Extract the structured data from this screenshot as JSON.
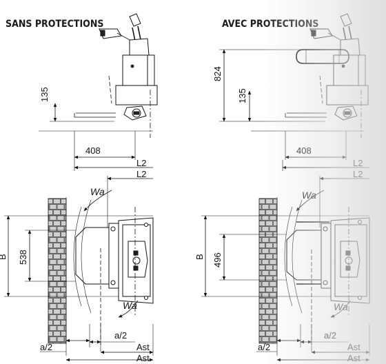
{
  "panels": [
    {
      "title": "SANS PROTECTIONS",
      "side": {
        "overall_height_label": "",
        "forks_label": "135",
        "fork_length_label": "408",
        "l2_label": "L2"
      },
      "top": {
        "l2_label": "L2",
        "wa_top": "Wa",
        "wa_bottom": "Wa",
        "b_label": "B",
        "inner_label": "538",
        "a2_left": "a/2",
        "a2_right": "a/2",
        "ast_1": "Ast",
        "ast_2": "Ast"
      }
    },
    {
      "title": "AVEC PROTECTIONS",
      "side": {
        "overall_height_label": "824",
        "forks_label": "135",
        "fork_length_label": "408",
        "l2_label": "L2"
      },
      "top": {
        "l2_label": "L2",
        "wa_top": "Wa",
        "wa_bottom": "Wa",
        "b_label": "B",
        "inner_label": "496",
        "a2_left": "a/2",
        "a2_right": "a/2",
        "ast_1": "Ast",
        "ast_2": "Ast"
      }
    }
  ],
  "colors": {
    "ink": "#111111",
    "wall_fill": "#d9d9d9",
    "fade": "#d6d6d6"
  }
}
